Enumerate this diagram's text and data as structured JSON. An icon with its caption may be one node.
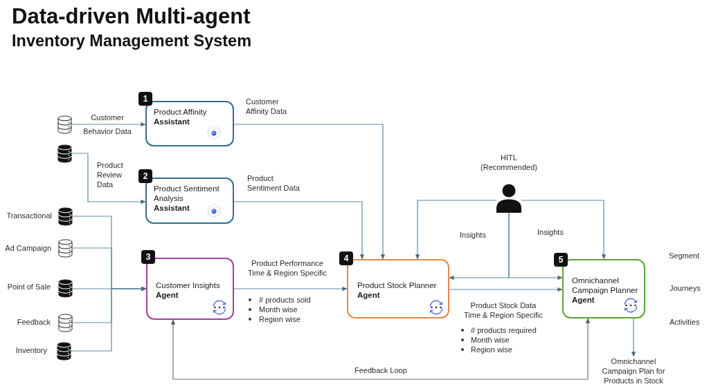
{
  "diagram": {
    "title": "Data-driven Multi-agent",
    "nodes": [
      {
        "text": [],
        "shape": "cylinder"
      },
      {
        "text": [],
        "shape": "cylinder"
      },
      {
        "text": [],
        "shape": "cylinder",
        "beside": [
          "Transactional"
        ]
      },
      {
        "text": [],
        "shape": "cylinder",
        "beside": [
          "Ad Campaign"
        ]
      },
      {
        "text": [],
        "shape": "cylinder",
        "beside": [
          "Point of Sale"
        ]
      },
      {
        "text": [],
        "shape": "cylinder",
        "beside": [
          "Feedback"
        ]
      },
      {
        "text": [],
        "shape": "cylinder",
        "beside": [
          "Inventory"
        ]
      },
      {
        "text": [
          "Product Affinity",
          "Assistant"
        ],
        "beside": [
          "1"
        ]
      },
      {
        "text": [
          "Product Sentiment Analysis",
          "Assistant"
        ],
        "beside": [
          "2"
        ]
      },
      {
        "text": [
          "Customer Insights",
          "Agent"
        ],
        "beside": [
          "3"
        ]
      },
      {
        "text": [
          "Product Stock Planner",
          "Agent"
        ],
        "beside": [
          "4"
        ]
      },
      {
        "text": [],
        "shape": "person",
        "beside": [
          "HITL (Recommended)"
        ]
      },
      {
        "text": [
          "Omnichannel Campaign Planner",
          "Agent"
        ],
        "beside": [
          "5"
        ]
      },
      {
        "text": [
          "Omnichannel Campaign Plan for Products in Stock"
        ]
      }
    ],
    "edges": [
      {
        "from": 0,
        "to": 7,
        "arrow": "to",
        "label": "Customer Behavior Data"
      },
      {
        "from": 1,
        "to": 8,
        "arrow": "to",
        "label": "Product Review Data"
      },
      {
        "from": 2,
        "to": 9,
        "arrow": "to"
      },
      {
        "from": 3,
        "to": 9,
        "arrow": "to"
      },
      {
        "from": 4,
        "to": 9,
        "arrow": "to"
      },
      {
        "from": 5,
        "to": 9,
        "arrow": "to"
      },
      {
        "from": 6,
        "to": 9,
        "arrow": "to"
      },
      {
        "from": 7,
        "to": 10,
        "arrow": "to",
        "label": "Customer Affinity Data"
      },
      {
        "from": 8,
        "to": 10,
        "arrow": "to",
        "label": "Product Sentiment Data"
      },
      {
        "from": 9,
        "to": 10,
        "arrow": "to",
        "label": "Product Performance Time & Region Specific"
      },
      {
        "from": 11,
        "to": 10,
        "arrow": "to"
      },
      {
        "from": 11,
        "to": 12,
        "arrow": "to"
      },
      {
        "from": 11,
        "to": 10,
        "arrow": "to",
        "label": "Insights"
      },
      {
        "from": 11,
        "to": 12,
        "arrow": "to",
        "label": "Insights"
      },
      {
        "from": 10,
        "to": 12,
        "arrow": "to",
        "label": "Product Stock Data Time & Region Specific"
      },
      {
        "from": 12,
        "to": 13,
        "arrow": "to"
      },
      {
        "from": 12,
        "to": 9,
        "arrow": "both",
        "label": "Feedback Loop",
        "color": "#707070"
      }
    ],
    "labels": [
      "Inventory Management System",
      "# products sold",
      "Month wise",
      "Region wise",
      "# products required",
      "Month wise",
      "Region wise",
      "Segment",
      "Journeys",
      "Activities"
    ]
  }
}
